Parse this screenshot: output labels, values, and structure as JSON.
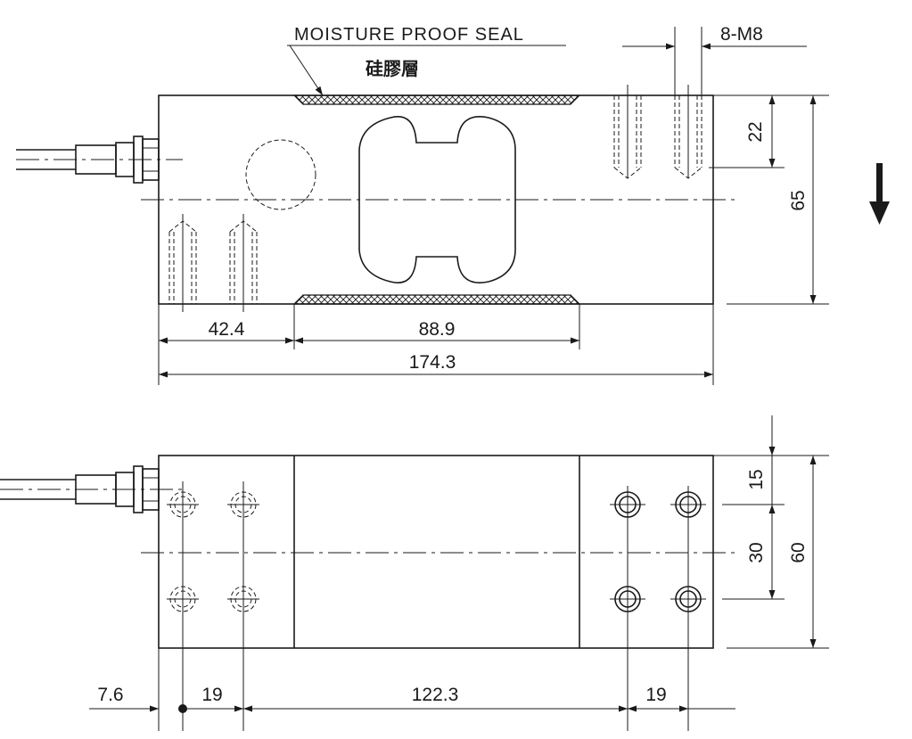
{
  "labels": {
    "seal_en": "MOISTURE PROOF SEAL",
    "seal_cn": "硅膠層",
    "thread": "8-M8"
  },
  "top_view": {
    "dims": {
      "height": "65",
      "hole_depth": "22",
      "left_span": "42.4",
      "seal_span": "88.9",
      "overall_length": "174.3"
    }
  },
  "bottom_view": {
    "dims": {
      "hole_offset": "15",
      "hole_spacing": "30",
      "width": "60",
      "edge_offset": "7.6",
      "left_pitch": "19",
      "center_span": "122.3",
      "right_pitch": "19"
    }
  },
  "icons": {
    "load_direction": "down-arrow-icon"
  }
}
